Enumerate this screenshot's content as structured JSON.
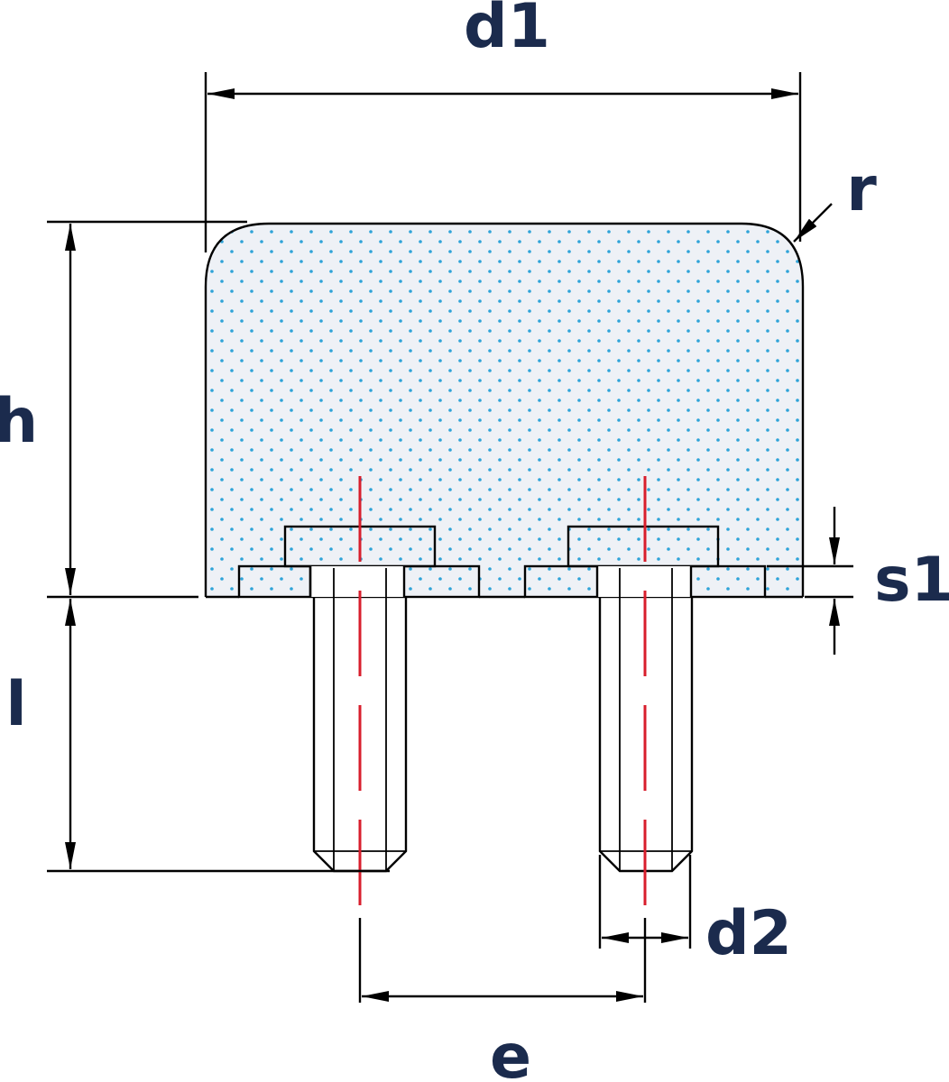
{
  "diagram": {
    "labels": {
      "d1": "d1",
      "r": "r",
      "h": "h",
      "s1": "s1",
      "l": "l",
      "d2": "d2",
      "e": "e"
    },
    "colors": {
      "label": "#1b2b4d",
      "body_fill": "#eef1f6",
      "dot_pattern": "#2ea3d8",
      "axis_line": "#d81e2c",
      "outline": "#000000"
    }
  }
}
